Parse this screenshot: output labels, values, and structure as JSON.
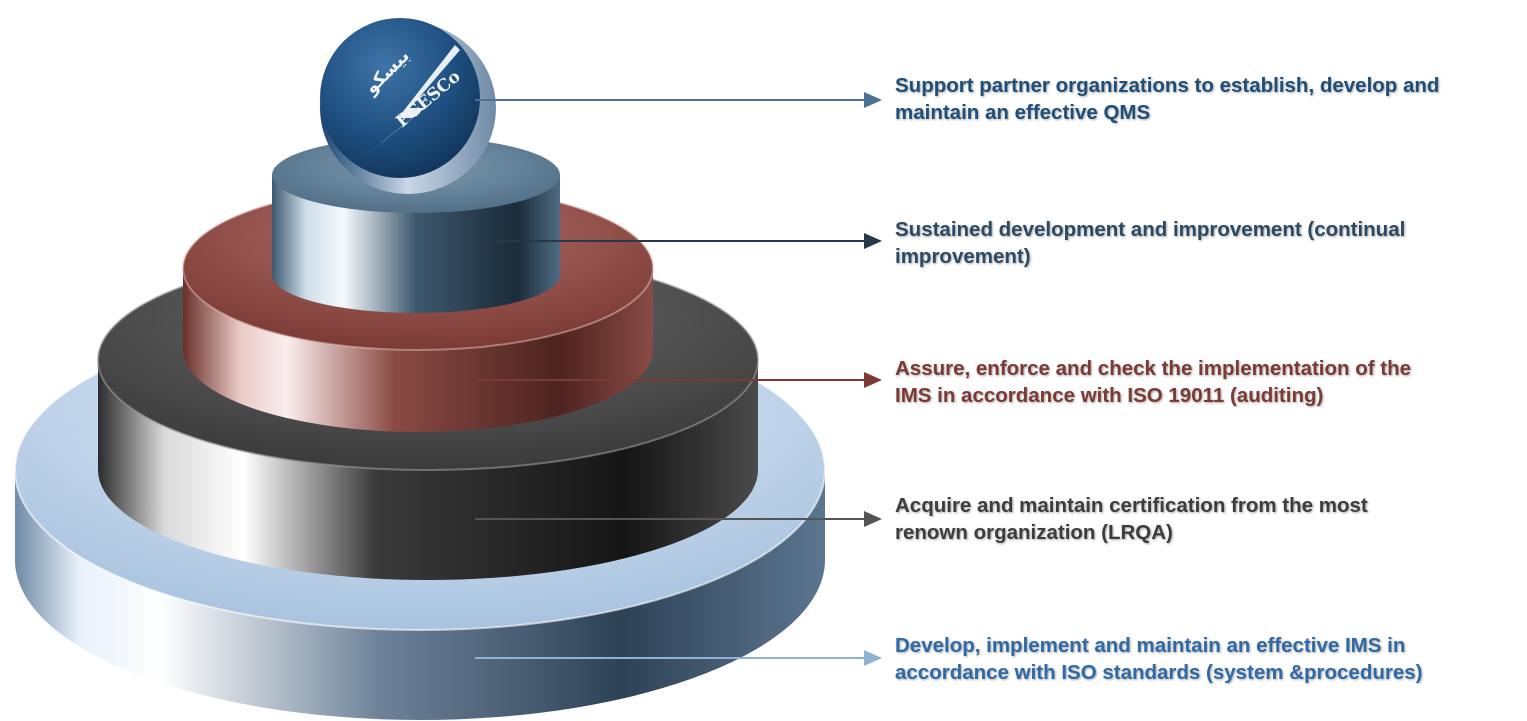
{
  "logo": {
    "name": "PGESCo logo",
    "text": "PGESCo",
    "arabic_text": "بيسكو"
  },
  "tiers": [
    {
      "lines": [
        "Support partner organizations to establish, develop and",
        "maintain an effective QMS"
      ],
      "color": "#1f4e79"
    },
    {
      "lines": [
        "Sustained development and improvement (continual",
        "improvement)"
      ],
      "color": "#2c4a63"
    },
    {
      "lines": [
        "Assure, enforce and check the implementation of the",
        "IMS in accordance with ISO 19011 (auditing)"
      ],
      "color": "#7b3a34"
    },
    {
      "lines": [
        "Acquire and maintain certification from the most",
        "renown organization (LRQA)"
      ],
      "color": "#3d3d3d"
    },
    {
      "lines": [
        "Develop, implement and maintain an effective IMS in",
        "accordance with ISO standards (system &procedures)"
      ],
      "color": "#2f6aa6"
    }
  ],
  "colors": {
    "tier_base": "#b9cfe6",
    "tier_dark": "#3a3a3a",
    "tier_red": "#8a4b45",
    "tier_top": "#4a6a82",
    "logo_blue": "#1e4f80"
  }
}
